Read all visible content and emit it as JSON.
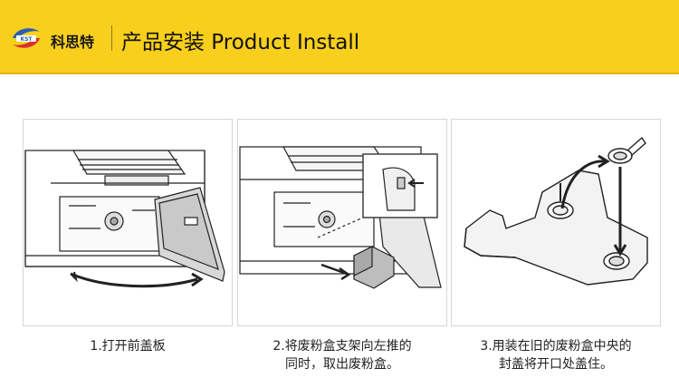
{
  "header": {
    "brand": "科思特",
    "logo_text": "KST",
    "title": "产品安装 Product Install",
    "background_color": "#f7cf1c"
  },
  "steps": [
    {
      "lines": [
        "1.打开前盖板"
      ],
      "icon": "printer-open-front-cover-illustration"
    },
    {
      "lines": [
        "2.将废粉盒支架向左推的",
        "同时，取出废粉盒。"
      ],
      "icon": "remove-waste-toner-box-illustration"
    },
    {
      "lines": [
        "3.用装在旧的废粉盒中央的",
        "封盖将开口处盖住。"
      ],
      "icon": "cap-waste-toner-box-illustration"
    }
  ]
}
